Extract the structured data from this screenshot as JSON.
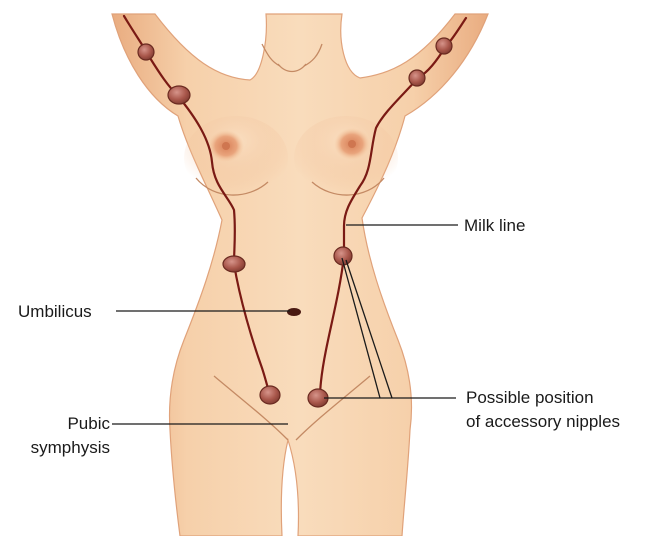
{
  "labels": {
    "milk_line": "Milk line",
    "umbilicus": "Umbilicus",
    "pubic_symphysis_line1": "Pubic",
    "pubic_symphysis_line2": "symphysis",
    "accessory_line1": "Possible position",
    "accessory_line2": "of accessory nipples"
  },
  "colors": {
    "skin": "#f4c9a0",
    "skin_shadow": "#e9ac80",
    "milk_line": "#7a1a14",
    "accessory_nipple": "#a8564a",
    "areola": "#e29a72",
    "label_text": "#1a1a1a"
  }
}
